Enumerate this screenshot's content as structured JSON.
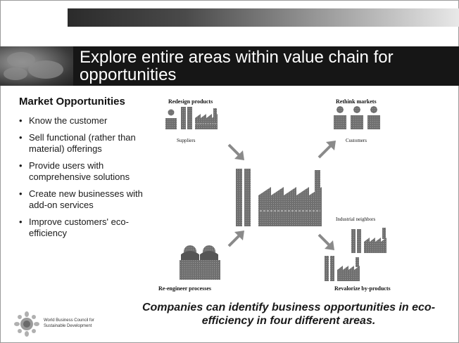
{
  "slide": {
    "title": "Explore entire areas within value chain for opportunities",
    "caption": "Companies can identify business opportunities in eco-efficiency in four different areas."
  },
  "left_panel": {
    "heading": "Market Opportunities",
    "bullets": [
      "Know the customer",
      "Sell functional (rather than material) offerings",
      "Provide users with comprehensive solutions",
      "Create new businesses with add-on services",
      "Improve customers' eco-efficiency"
    ]
  },
  "diagram": {
    "redesign_products": "Redesign products",
    "suppliers": "Suppliers",
    "rethink_markets": "Rethink markets",
    "customers": "Customers",
    "industrial_neighbors": "Industrial neighbors",
    "reengineer_processes": "Re-engineer processes",
    "revalorize_byproducts": "Revalorize by-products"
  },
  "footer": {
    "org_line1": "World Business Council for",
    "org_line2": "Sustainable Development"
  },
  "colors": {
    "title_band": "#161616",
    "icon_gray": "#7a7a7a",
    "icon_dark": "#555555",
    "arrow_gray": "#8a8a8a"
  }
}
